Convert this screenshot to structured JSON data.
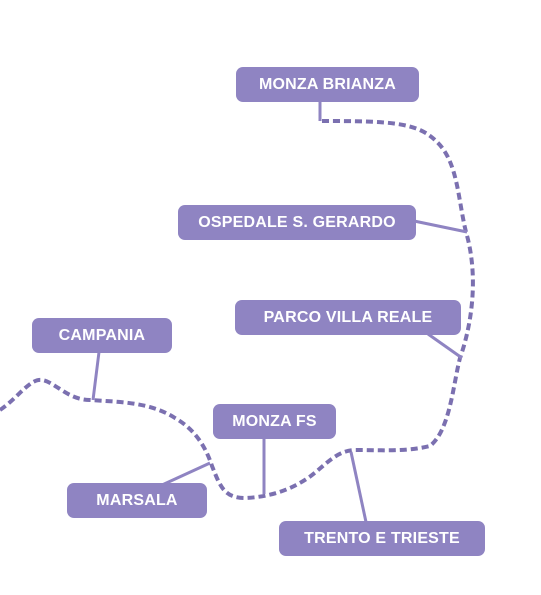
{
  "colors": {
    "line": "#7b70b0",
    "label_bg": "#8f84c2",
    "label_text": "#ffffff",
    "background": "#ffffff"
  },
  "stops": [
    {
      "id": "monza-brianza",
      "name": "MONZA BRIANZA"
    },
    {
      "id": "ospedale-s-gerardo",
      "name": "OSPEDALE S. GERARDO"
    },
    {
      "id": "parco-villa-reale",
      "name": "PARCO VILLA REALE"
    },
    {
      "id": "campania",
      "name": "CAMPANIA"
    },
    {
      "id": "monza-fs",
      "name": "MONZA FS"
    },
    {
      "id": "marsala",
      "name": "MARSALA"
    },
    {
      "id": "trento-e-trieste",
      "name": "TRENTO E TRIESTE"
    }
  ]
}
